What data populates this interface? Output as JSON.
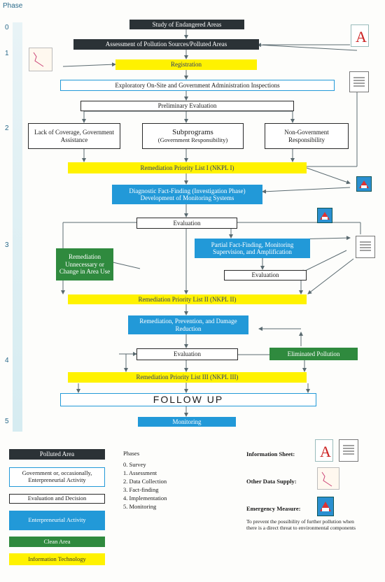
{
  "header": {
    "phase_label": "Phase"
  },
  "phases_axis": [
    "0",
    "1",
    "2",
    "3",
    "4",
    "5"
  ],
  "flow": {
    "study": "Study of Endangered Areas",
    "assessment": "Assessment of Pollution Sources/Polluted Areas",
    "registration": "Registration",
    "exploratory": "Exploratory On-Site and Government Administration Inspections",
    "preliminary": "Preliminary Evaluation",
    "lack_coverage": "Lack of Coverage, Government Assistance",
    "subprograms_title": "Subprograms",
    "subprograms_sub": "(Government Responsibility)",
    "non_government": "Non-Government Responsibility",
    "nkpl1": "Remediation Priority List I (NKPL I)",
    "diagnostic": "Diagnostic Fact-Finding (Investigation Phase) Development of Monitoring Systems",
    "evaluation1": "Evaluation",
    "remediation_unnecessary": "Remediation Unnecessary or Change in Area Use",
    "partial": "Partial Fact-Finding, Monitoring Supervision, and Amplification",
    "evaluation2": "Evaluation",
    "nkpl2": "Remediation Priority List II (NKPL II)",
    "remediation_prev": "Remediation, Prevention, and Damage Reduction",
    "evaluation3": "Evaluation",
    "eliminated": "Eliminated Pollution",
    "nkpl3": "Remediation Priority List III (NKPL III)",
    "follow_up": "FOLLOW UP",
    "monitoring": "Monitoring"
  },
  "legend": {
    "polluted_area": "Polluted Area",
    "government": "Government or, occasionally, Enterpreneurial Activity",
    "evaluation_decision": "Evaluation and Decision",
    "enterpreneurial": "Enterpreneurial Activity",
    "clean_area": "Clean Area",
    "info_tech": "Information Technology"
  },
  "phases": {
    "title": "Phases",
    "items": [
      "0. Survey",
      "1. Assessment",
      "2. Data Collection",
      "3. Fact-finding",
      "4. Implementation",
      "5. Monitoring"
    ]
  },
  "icons_legend": {
    "information_sheet": "Information Sheet:",
    "other_data": "Other Data Supply:",
    "emergency": "Emergency Measure:",
    "emergency_note": "To prevent the possibility of further pollution when there is a direct threat to environmental components"
  },
  "colors": {
    "dark": "#2b3236",
    "yellow": "#fff200",
    "blue": "#2299d8",
    "green": "#2f8a3e",
    "arrow": "#5a6a70"
  }
}
